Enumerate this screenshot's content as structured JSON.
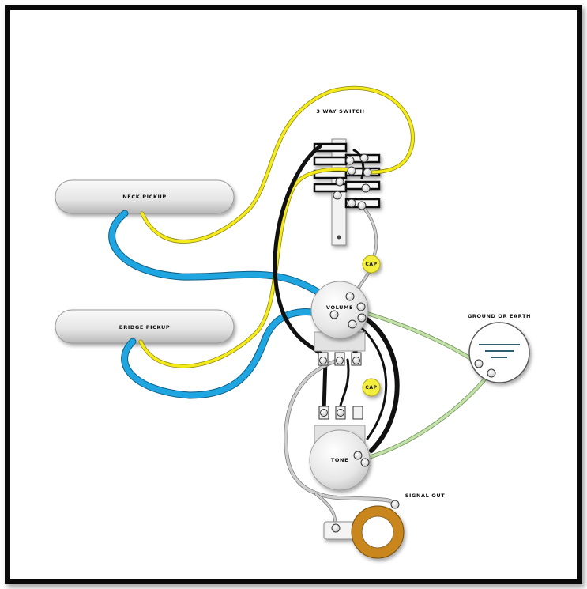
{
  "labels": {
    "switch": "3 WAY SWITCH",
    "neck_pickup": "NECK PICKUP",
    "bridge_pickup": "BRIDGE PICKUP",
    "volume": "VOLUME",
    "tone": "TONE",
    "cap_1": "CAP",
    "cap_2": "CAP",
    "ground": "GROUND OR EARTH",
    "signal_out": "SIGNAL OUT"
  },
  "colors": {
    "hot_yellow": "#f4ea1c",
    "hot_blue": "#1fa6e0",
    "ground_black": "#111111",
    "signal_grey": "#bdbdbd",
    "ground_green": "#c3e2a8",
    "cap_yellow": "#f3ee3c",
    "jack_ring": "#c8861a"
  }
}
